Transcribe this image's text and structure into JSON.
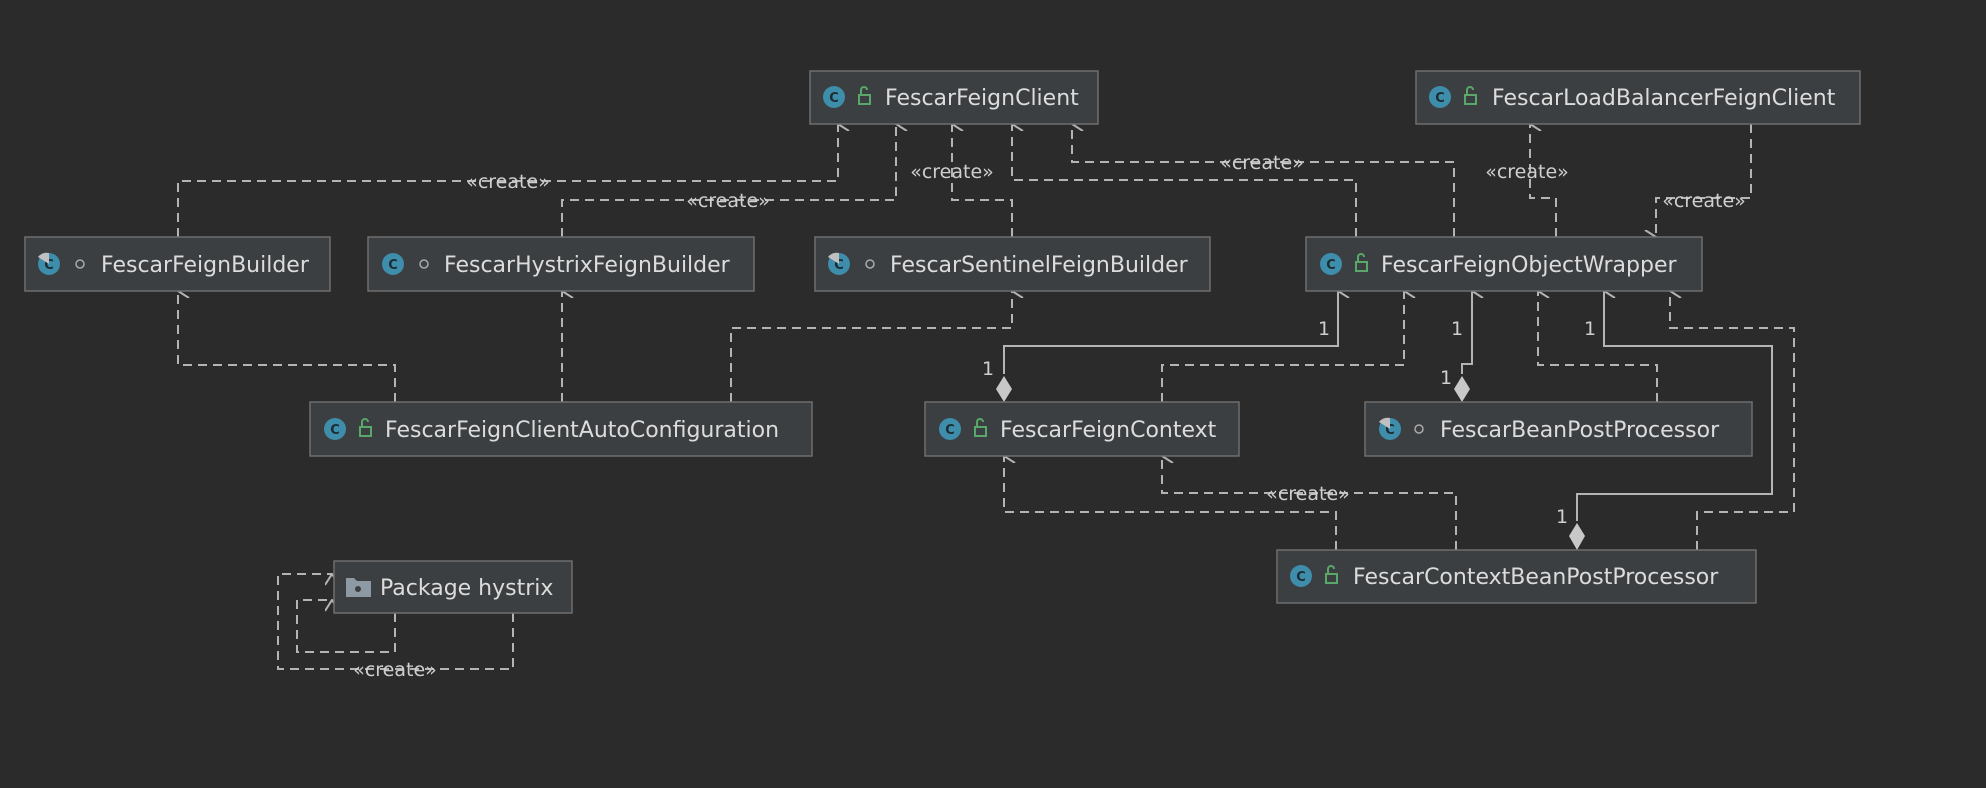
{
  "colors": {
    "background": "#2b2b2b",
    "node_fill": "#3c3f41",
    "node_border": "#6e6e6e",
    "class_icon": "#3d8dab",
    "public_lock": "#59a869",
    "edge": "#b4b4b4"
  },
  "nodes": {
    "client": {
      "label": "FescarFeignClient",
      "kind": "class",
      "icon_letter": "C",
      "visibility": "public"
    },
    "lbClient": {
      "label": "FescarLoadBalancerFeignClient",
      "kind": "class",
      "icon_letter": "C",
      "visibility": "public"
    },
    "builder": {
      "label": "FescarFeignBuilder",
      "kind": "class",
      "icon_letter": "C",
      "visibility": "package"
    },
    "hystrixBuilder": {
      "label": "FescarHystrixFeignBuilder",
      "kind": "class",
      "icon_letter": "C",
      "visibility": "package"
    },
    "sentinelBuilder": {
      "label": "FescarSentinelFeignBuilder",
      "kind": "class",
      "icon_letter": "C",
      "visibility": "package"
    },
    "wrapper": {
      "label": "FescarFeignObjectWrapper",
      "kind": "class",
      "icon_letter": "C",
      "visibility": "public"
    },
    "autoConfig": {
      "label": "FescarFeignClientAutoConfiguration",
      "kind": "class",
      "icon_letter": "C",
      "visibility": "public"
    },
    "context": {
      "label": "FescarFeignContext",
      "kind": "class",
      "icon_letter": "C",
      "visibility": "public"
    },
    "beanPost": {
      "label": "FescarBeanPostProcessor",
      "kind": "class",
      "icon_letter": "C",
      "visibility": "package"
    },
    "ctxBeanPost": {
      "label": "FescarContextBeanPostProcessor",
      "kind": "class",
      "icon_letter": "C",
      "visibility": "public"
    },
    "hystrixPkg": {
      "label": "Package hystrix",
      "kind": "package",
      "icon": "folder-icon"
    }
  },
  "edge_labels": {
    "create": "«create»",
    "multiplicity_one": "1"
  },
  "relations": [
    {
      "from": "builder",
      "to": "client",
      "type": "dependency",
      "label": "«create»"
    },
    {
      "from": "hystrixBuilder",
      "to": "client",
      "type": "dependency",
      "label": "«create»"
    },
    {
      "from": "sentinelBuilder",
      "to": "client",
      "type": "dependency",
      "label": "«create»"
    },
    {
      "from": "wrapper",
      "to": "client",
      "type": "dependency",
      "label": "«create»"
    },
    {
      "from": "wrapper",
      "to": "client",
      "type": "dependency"
    },
    {
      "from": "wrapper",
      "to": "lbClient",
      "type": "dependency",
      "label": "«create»"
    },
    {
      "from": "lbClient",
      "to": "wrapper",
      "type": "dependency",
      "label": "«create»"
    },
    {
      "from": "autoConfig",
      "to": "builder",
      "type": "dependency"
    },
    {
      "from": "autoConfig",
      "to": "hystrixBuilder",
      "type": "dependency"
    },
    {
      "from": "autoConfig",
      "to": "sentinelBuilder",
      "type": "dependency"
    },
    {
      "from": "context",
      "to": "wrapper",
      "type": "composition",
      "multiplicity": "1"
    },
    {
      "from": "context",
      "to": "wrapper",
      "type": "dependency"
    },
    {
      "from": "beanPost",
      "to": "wrapper",
      "type": "composition",
      "multiplicity": "1"
    },
    {
      "from": "beanPost",
      "to": "wrapper",
      "type": "dependency"
    },
    {
      "from": "ctxBeanPost",
      "to": "wrapper",
      "type": "composition",
      "multiplicity": "1"
    },
    {
      "from": "ctxBeanPost",
      "to": "wrapper",
      "type": "dependency"
    },
    {
      "from": "ctxBeanPost",
      "to": "context",
      "type": "dependency",
      "label": "«create»"
    },
    {
      "from": "ctxBeanPost",
      "to": "context",
      "type": "dependency"
    },
    {
      "from": "hystrixPkg",
      "to": "hystrixPkg",
      "type": "dependency",
      "label": "«create»"
    },
    {
      "from": "hystrixPkg",
      "to": "hystrixPkg",
      "type": "dependency"
    }
  ]
}
